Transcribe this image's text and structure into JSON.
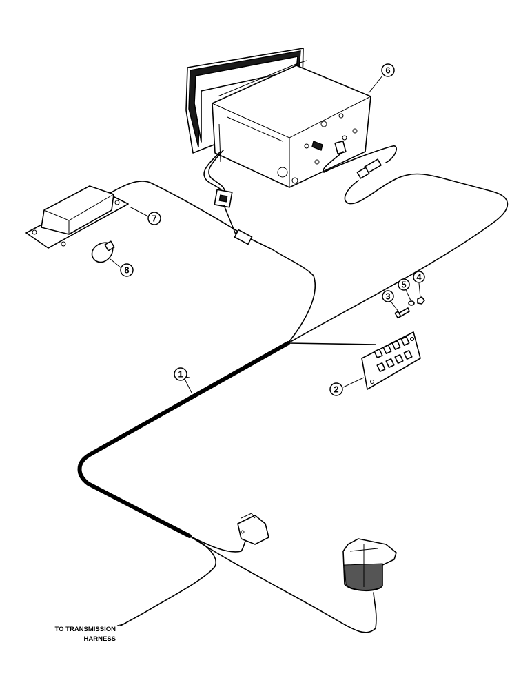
{
  "callouts": [
    "1",
    "2",
    "3",
    "4",
    "5",
    "6",
    "7",
    "8"
  ],
  "note": {
    "line1": "TO TRANSMISSION",
    "line2": "HARNESS"
  }
}
